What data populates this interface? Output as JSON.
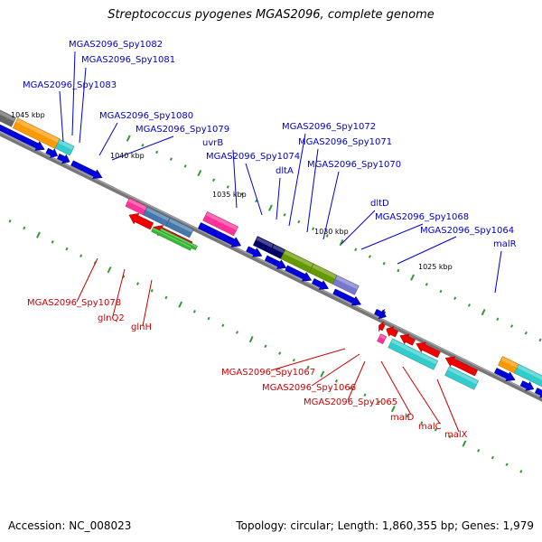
{
  "title": "Streptococcus pyogenes MGAS2096, complete genome",
  "footer": {
    "accession": "Accession: NC_008023",
    "topology": "Topology: circular; Length: 1,860,355 bp; Genes: 1,979"
  },
  "colors": {
    "backbone": "#777777",
    "forward_label": "#0000cc",
    "reverse_label": "#cc0000",
    "tick": "#339933",
    "blue": "#0000dd",
    "red": "#ee0000",
    "orange": "#ff9900",
    "cyan": "#33cccc",
    "magenta": "#ff3399",
    "navy": "#000066",
    "olive": "#669900",
    "lavender": "#7777cc",
    "steel": "#4477aa",
    "green": "#33bb33",
    "gray": "#666666"
  },
  "scale_labels": [
    "1045 kbp",
    "1040 kbp",
    "1035 kbp",
    "1030 kbp",
    "1025 kbp"
  ],
  "forward_labels": [
    "MGAS2096_Spy1082",
    "MGAS2096_Spy1081",
    "MGAS2096_Spy1083",
    "MGAS2096_Spy1080",
    "MGAS2096_Spy1079",
    "uvrB",
    "MGAS2096_Spy1074",
    "dltA",
    "MGAS2096_Spy1072",
    "MGAS2096_Spy1071",
    "MGAS2096_Spy1070",
    "dltD",
    "MGAS2096_Spy1068",
    "MGAS2096_Spy1064",
    "malR"
  ],
  "reverse_labels": [
    "MGAS2096_Spy1078",
    "glnQ2",
    "glnH",
    "MGAS2096_Spy1067",
    "MGAS2096_Spy1066",
    "MGAS2096_Spy1065",
    "malD",
    "malC",
    "malX"
  ]
}
